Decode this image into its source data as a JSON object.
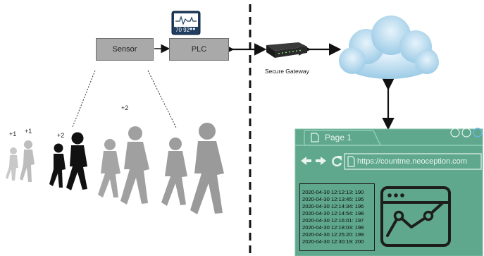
{
  "monitor": {
    "values": "70 92",
    "dots": "●●"
  },
  "nodes": {
    "sensor": "Sensor",
    "plc": "PLC",
    "gateway": "Secure Gateway"
  },
  "people_counts": [
    "+1",
    "+1",
    "+2",
    "+2"
  ],
  "browser": {
    "tab_label": "Page 1",
    "url": "https://countme.neoception.com",
    "nav_icons": [
      "back-arrow-icon",
      "forward-arrow-icon",
      "reload-icon"
    ],
    "log_entries": [
      "2020-04-30 12:12:13: 190",
      "2020-04-30 12:13:45: 195",
      "2020-04-30 12:14:34: 196",
      "2020-04-30 12:14:54: 198",
      "2020-04-30 12:16:01: 197",
      "2020-04-30 12:18:03: 198",
      "2020-04-30 12:25:20: 199",
      "2020-04-30 12:30:19: 200"
    ]
  },
  "colors": {
    "browser_fill": "#5fa88e",
    "box_fill": "#a9a9a9",
    "people_front": "#111111",
    "people_back": "#9a9a9a"
  }
}
